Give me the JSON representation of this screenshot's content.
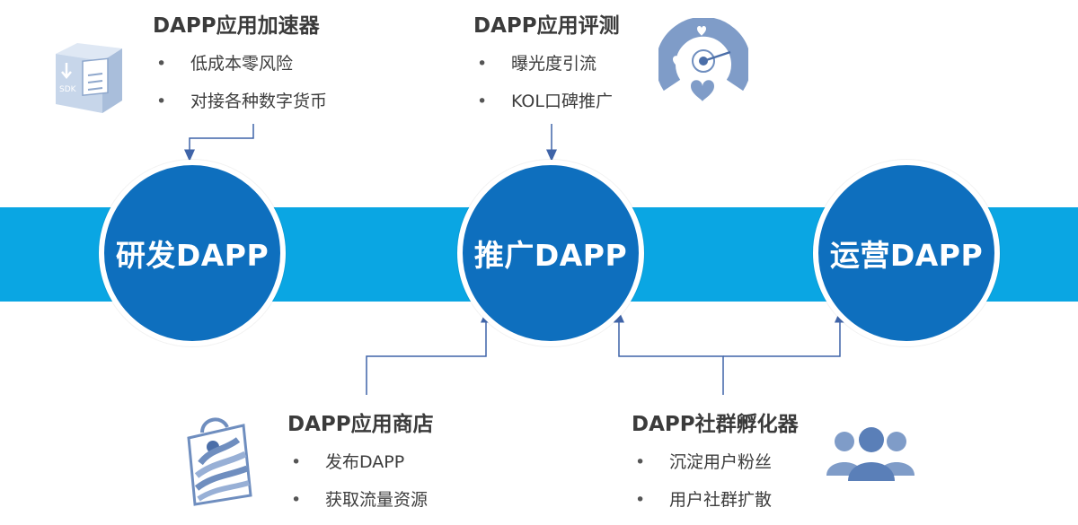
{
  "stages": [
    {
      "label": "研发DAPP"
    },
    {
      "label": "推广DAPP"
    },
    {
      "label": "运营DAPP"
    }
  ],
  "blocks": {
    "accelerator": {
      "title": "DAPP应用加速器",
      "items": [
        "低成本零风险",
        "对接各种数字货币"
      ],
      "icon": "sdk-box-icon"
    },
    "review": {
      "title": "DAPP应用评测",
      "items": [
        "曝光度引流",
        "KOL口碑推广"
      ],
      "icon": "gauge-hearts-icon"
    },
    "store": {
      "title": "DAPP应用商店",
      "items": [
        "发布DAPP",
        "获取流量资源"
      ],
      "icon": "shopping-bag-icon"
    },
    "community": {
      "title": "DAPP社群孵化器",
      "items": [
        "沉淀用户粉丝",
        "用户社群扩散"
      ],
      "icon": "user-group-icon"
    }
  },
  "icons": {
    "sdk_label": "SDK"
  },
  "colors": {
    "band": "#0aa6e3",
    "circle": "#0e6fbe",
    "connector": "#3f64a8",
    "icon_blue": "#7f9cc8"
  }
}
